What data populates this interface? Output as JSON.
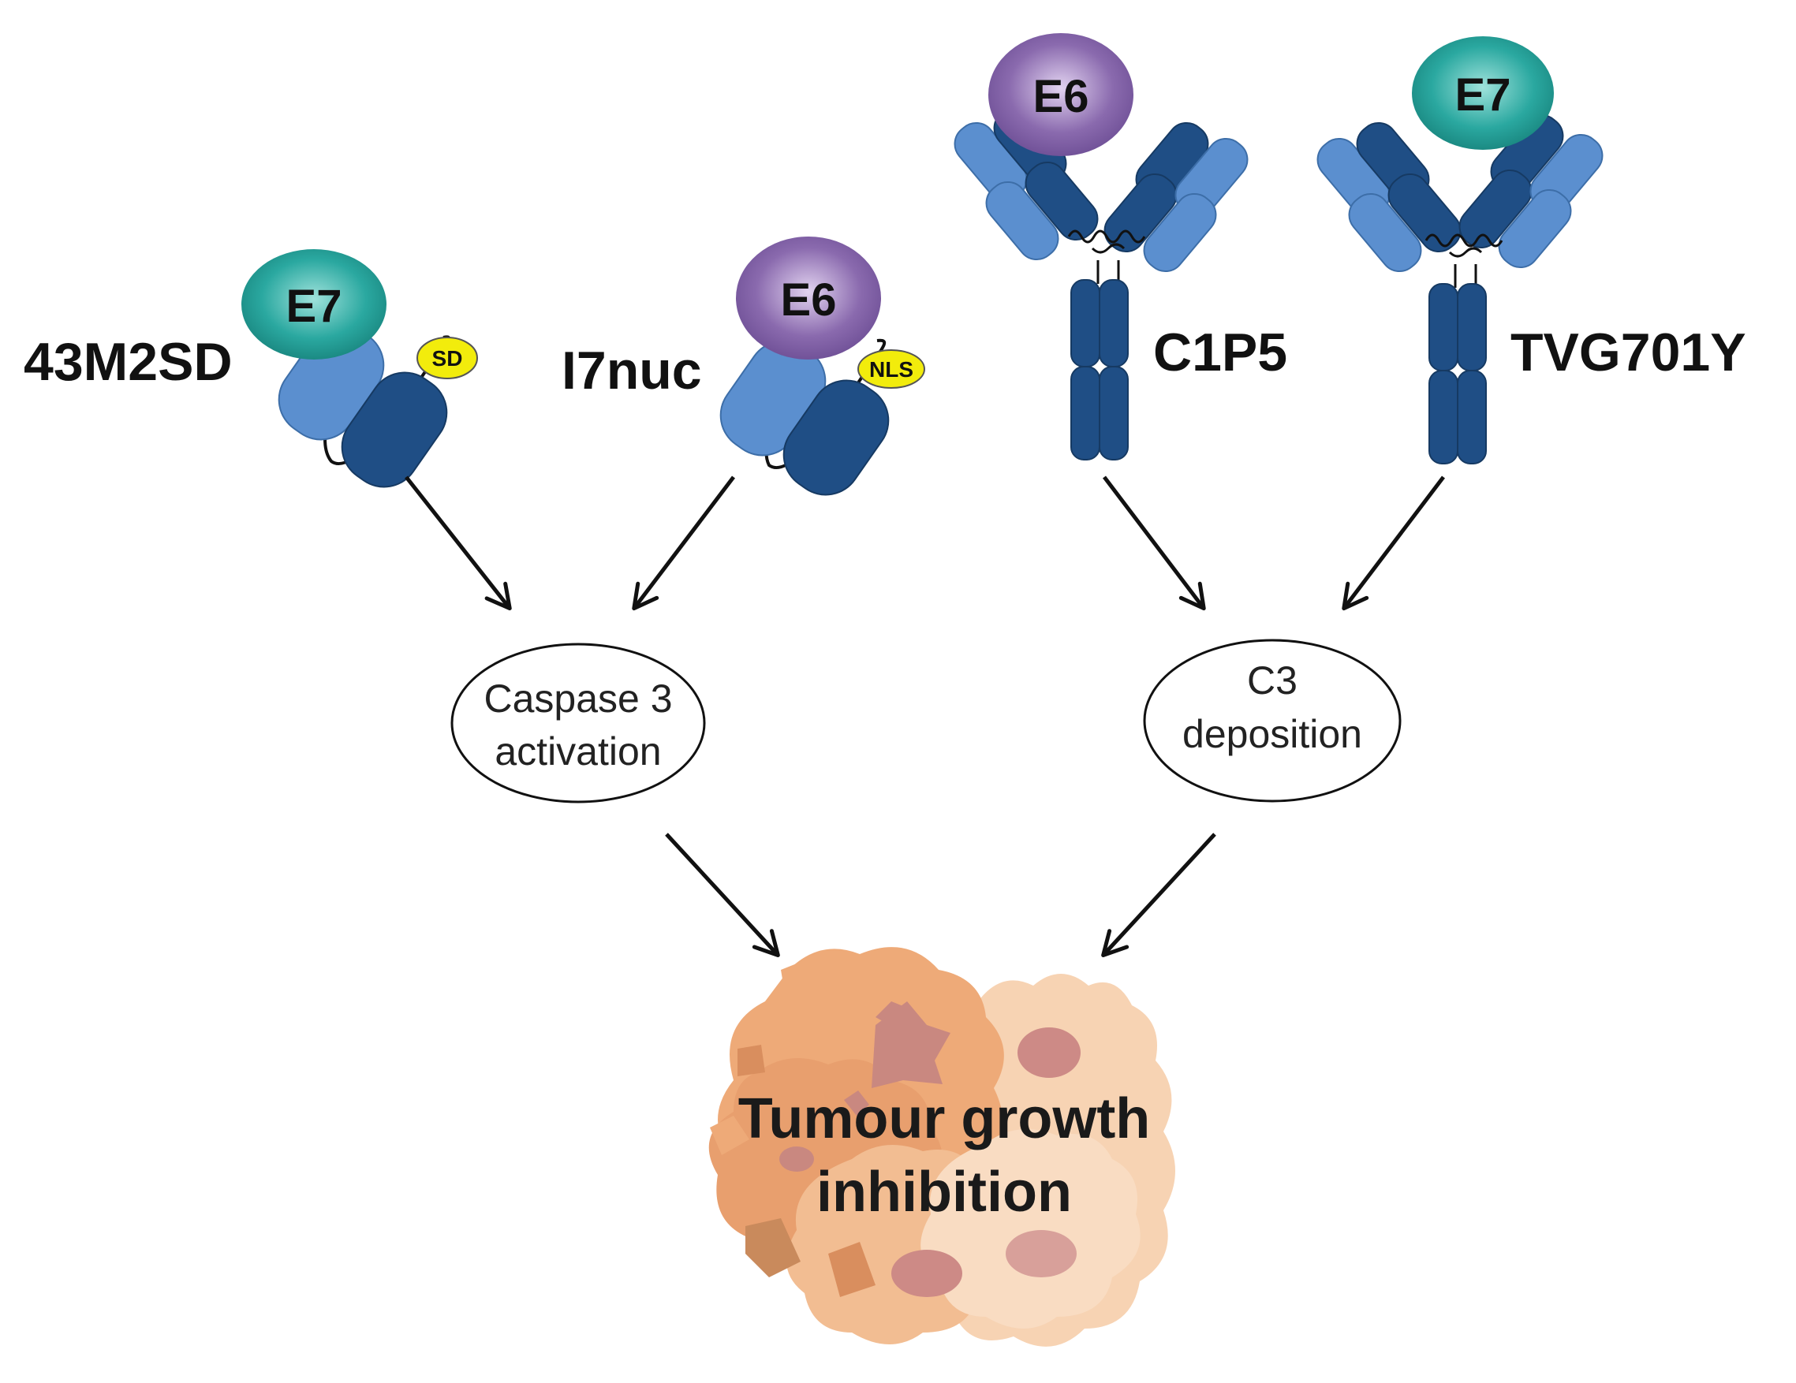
{
  "colors": {
    "vh_light": "#5b8fcf",
    "vh_dark": "#1f4e85",
    "e7_teal": "#2aa8a0",
    "e6_purple": "#8a6aae",
    "tag_yellow": "#f2ec0c",
    "tumour_light": "#f5c8a0",
    "tumour_mid": "#eeaa78",
    "tumour_dark": "#d98e5e",
    "nucleus": "#c98880"
  },
  "intrabodies": [
    {
      "name": "43M2SD",
      "antigen": "E7",
      "tag": "SD"
    },
    {
      "name": "I7nuc",
      "antigen": "E6",
      "tag": "NLS"
    }
  ],
  "antibodies": [
    {
      "name": "C1P5",
      "antigen": "E6"
    },
    {
      "name": "TVG701Y",
      "antigen": "E7"
    }
  ],
  "mechanisms": [
    {
      "line1": "Caspase 3",
      "line2": "activation"
    },
    {
      "line1": "C3",
      "line2": "deposition"
    }
  ],
  "outcome": {
    "line1": "Tumour growth",
    "line2": "inhibition"
  }
}
